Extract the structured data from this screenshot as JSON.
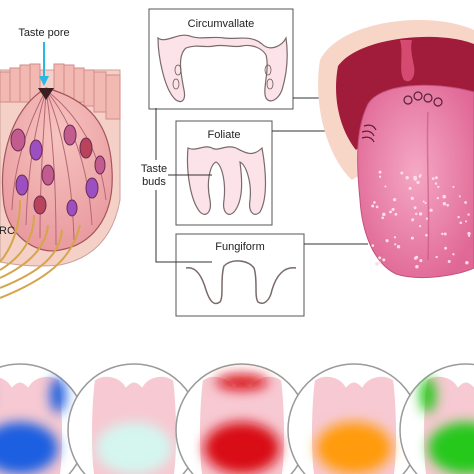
{
  "labels": {
    "taste_pore": "Taste pore",
    "cell_abbrev": "RC",
    "circumvallate": "Circumvallate",
    "foliate": "Foliate",
    "fungiform": "Fungiform",
    "taste_buds_line1": "Taste",
    "taste_buds_line2": "buds"
  },
  "colors": {
    "tongue": "#e87ca4",
    "tongue_shadow": "#c4527e",
    "mouth": "#a01c3a",
    "skin": "#f6d2c4",
    "papilla_fill": "#fbe3e9",
    "nerve": "#d6a54b",
    "taste_cell": "#b25b96",
    "map_base": "#f7c9d2"
  },
  "tongue_maps": [
    {
      "accent": "#1f5fe0",
      "pattern": "sides-tip"
    },
    {
      "accent": "#d4f6ef",
      "pattern": "tip"
    },
    {
      "accent": "#d80f16",
      "pattern": "back-tip"
    },
    {
      "accent": "#ff9b0f",
      "pattern": "tip"
    },
    {
      "accent": "#27c81a",
      "pattern": "sides-tip"
    }
  ]
}
